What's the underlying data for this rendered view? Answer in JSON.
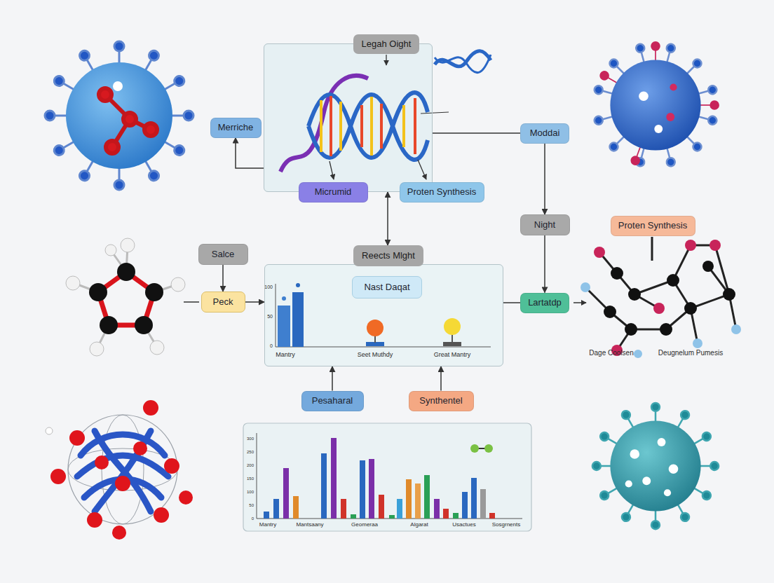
{
  "diagram": {
    "nodes": [
      {
        "text": [
          "Legah Oight"
        ]
      },
      {
        "text": [
          "Merriche"
        ]
      },
      {
        "text": [
          "Micrumid"
        ],
        "in": 0
      },
      {
        "text": [
          "Proten Synthesis"
        ],
        "in": 0
      },
      {
        "text": [
          "Moddai"
        ]
      },
      {
        "text": [
          "Night"
        ]
      },
      {
        "text": [
          "Proten Synthesis"
        ]
      },
      {
        "text": [
          "Salce"
        ]
      },
      {
        "text": [
          "Peck"
        ]
      },
      {
        "text": [
          "Reects Mlght"
        ]
      },
      {
        "text": [
          "Nast Daqat"
        ],
        "in": 9
      },
      {
        "text": [
          "Lartatdp"
        ]
      },
      {
        "text": [
          "Pesaharal"
        ]
      },
      {
        "text": [
          "Synthentel"
        ]
      }
    ],
    "edges": [
      {
        "from": 0,
        "to": 1,
        "arrow": "to"
      },
      {
        "from": 0,
        "to": 9,
        "arrow": "both"
      },
      {
        "from": 0,
        "to": 4,
        "arrow": "none"
      },
      {
        "from": 4,
        "to": 5,
        "arrow": "to"
      },
      {
        "from": 5,
        "to": 11,
        "arrow": "to"
      },
      {
        "from": 7,
        "to": 8,
        "arrow": "to"
      },
      {
        "from": 8,
        "to": 9,
        "arrow": "to"
      },
      {
        "from": 9,
        "to": 11,
        "arrow": "none"
      },
      {
        "from": 12,
        "to": 9,
        "arrow": "to"
      },
      {
        "from": 13,
        "to": 9,
        "arrow": "to"
      }
    ],
    "labels": [
      "100",
      "50",
      "0",
      "Mantry",
      "Seet Muthdy",
      "Great Mantry",
      "300",
      "250",
      "200",
      "150",
      "100",
      "50",
      "0",
      "Mantry",
      "Mantsaany",
      "Geomeraa",
      "Algarat",
      "Usactues",
      "Sosgrnents",
      "Dage Coolsen",
      "Deugnelum Pumesis"
    ]
  }
}
